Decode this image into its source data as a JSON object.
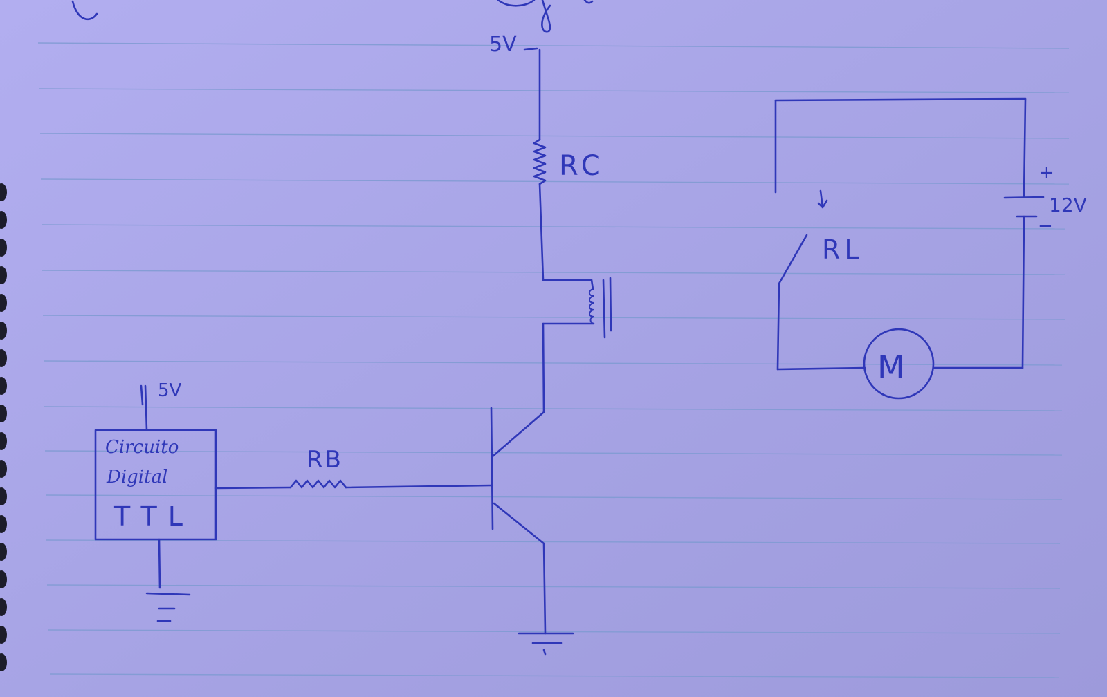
{
  "labels": {
    "vcc_top": "5V",
    "rc": "RC",
    "rb": "RB",
    "rl": "RL",
    "vcc_ttl": "5V",
    "ttl_line1": "Circuito",
    "ttl_line2": "Digital",
    "ttl_line3": "TTL",
    "battery_plus": "+",
    "battery_minus": "−",
    "battery_voltage": "12V",
    "motor": "M"
  },
  "colors": {
    "ink": "#2f37b8",
    "paper": "#a9a6e6",
    "rule_lines": "#7f9bd2"
  }
}
